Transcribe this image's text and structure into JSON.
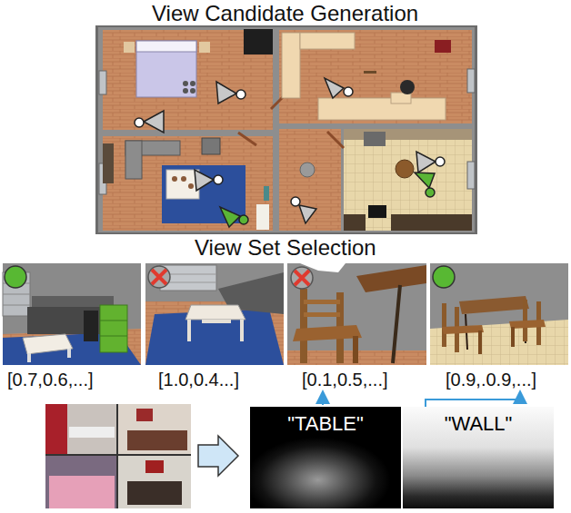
{
  "diagram": {
    "title": "View Candidate Generation",
    "nodes": [
      {
        "text": [
          "\"TABLE\""
        ]
      },
      {
        "text": [
          "\"WALL\""
        ]
      }
    ],
    "labels": [
      "View Set Selection",
      "[0.7,0.6,...]",
      "[1.0,0.4...]",
      "[0.1,0.5,...]",
      "[0.9,.0.9,...]"
    ]
  }
}
